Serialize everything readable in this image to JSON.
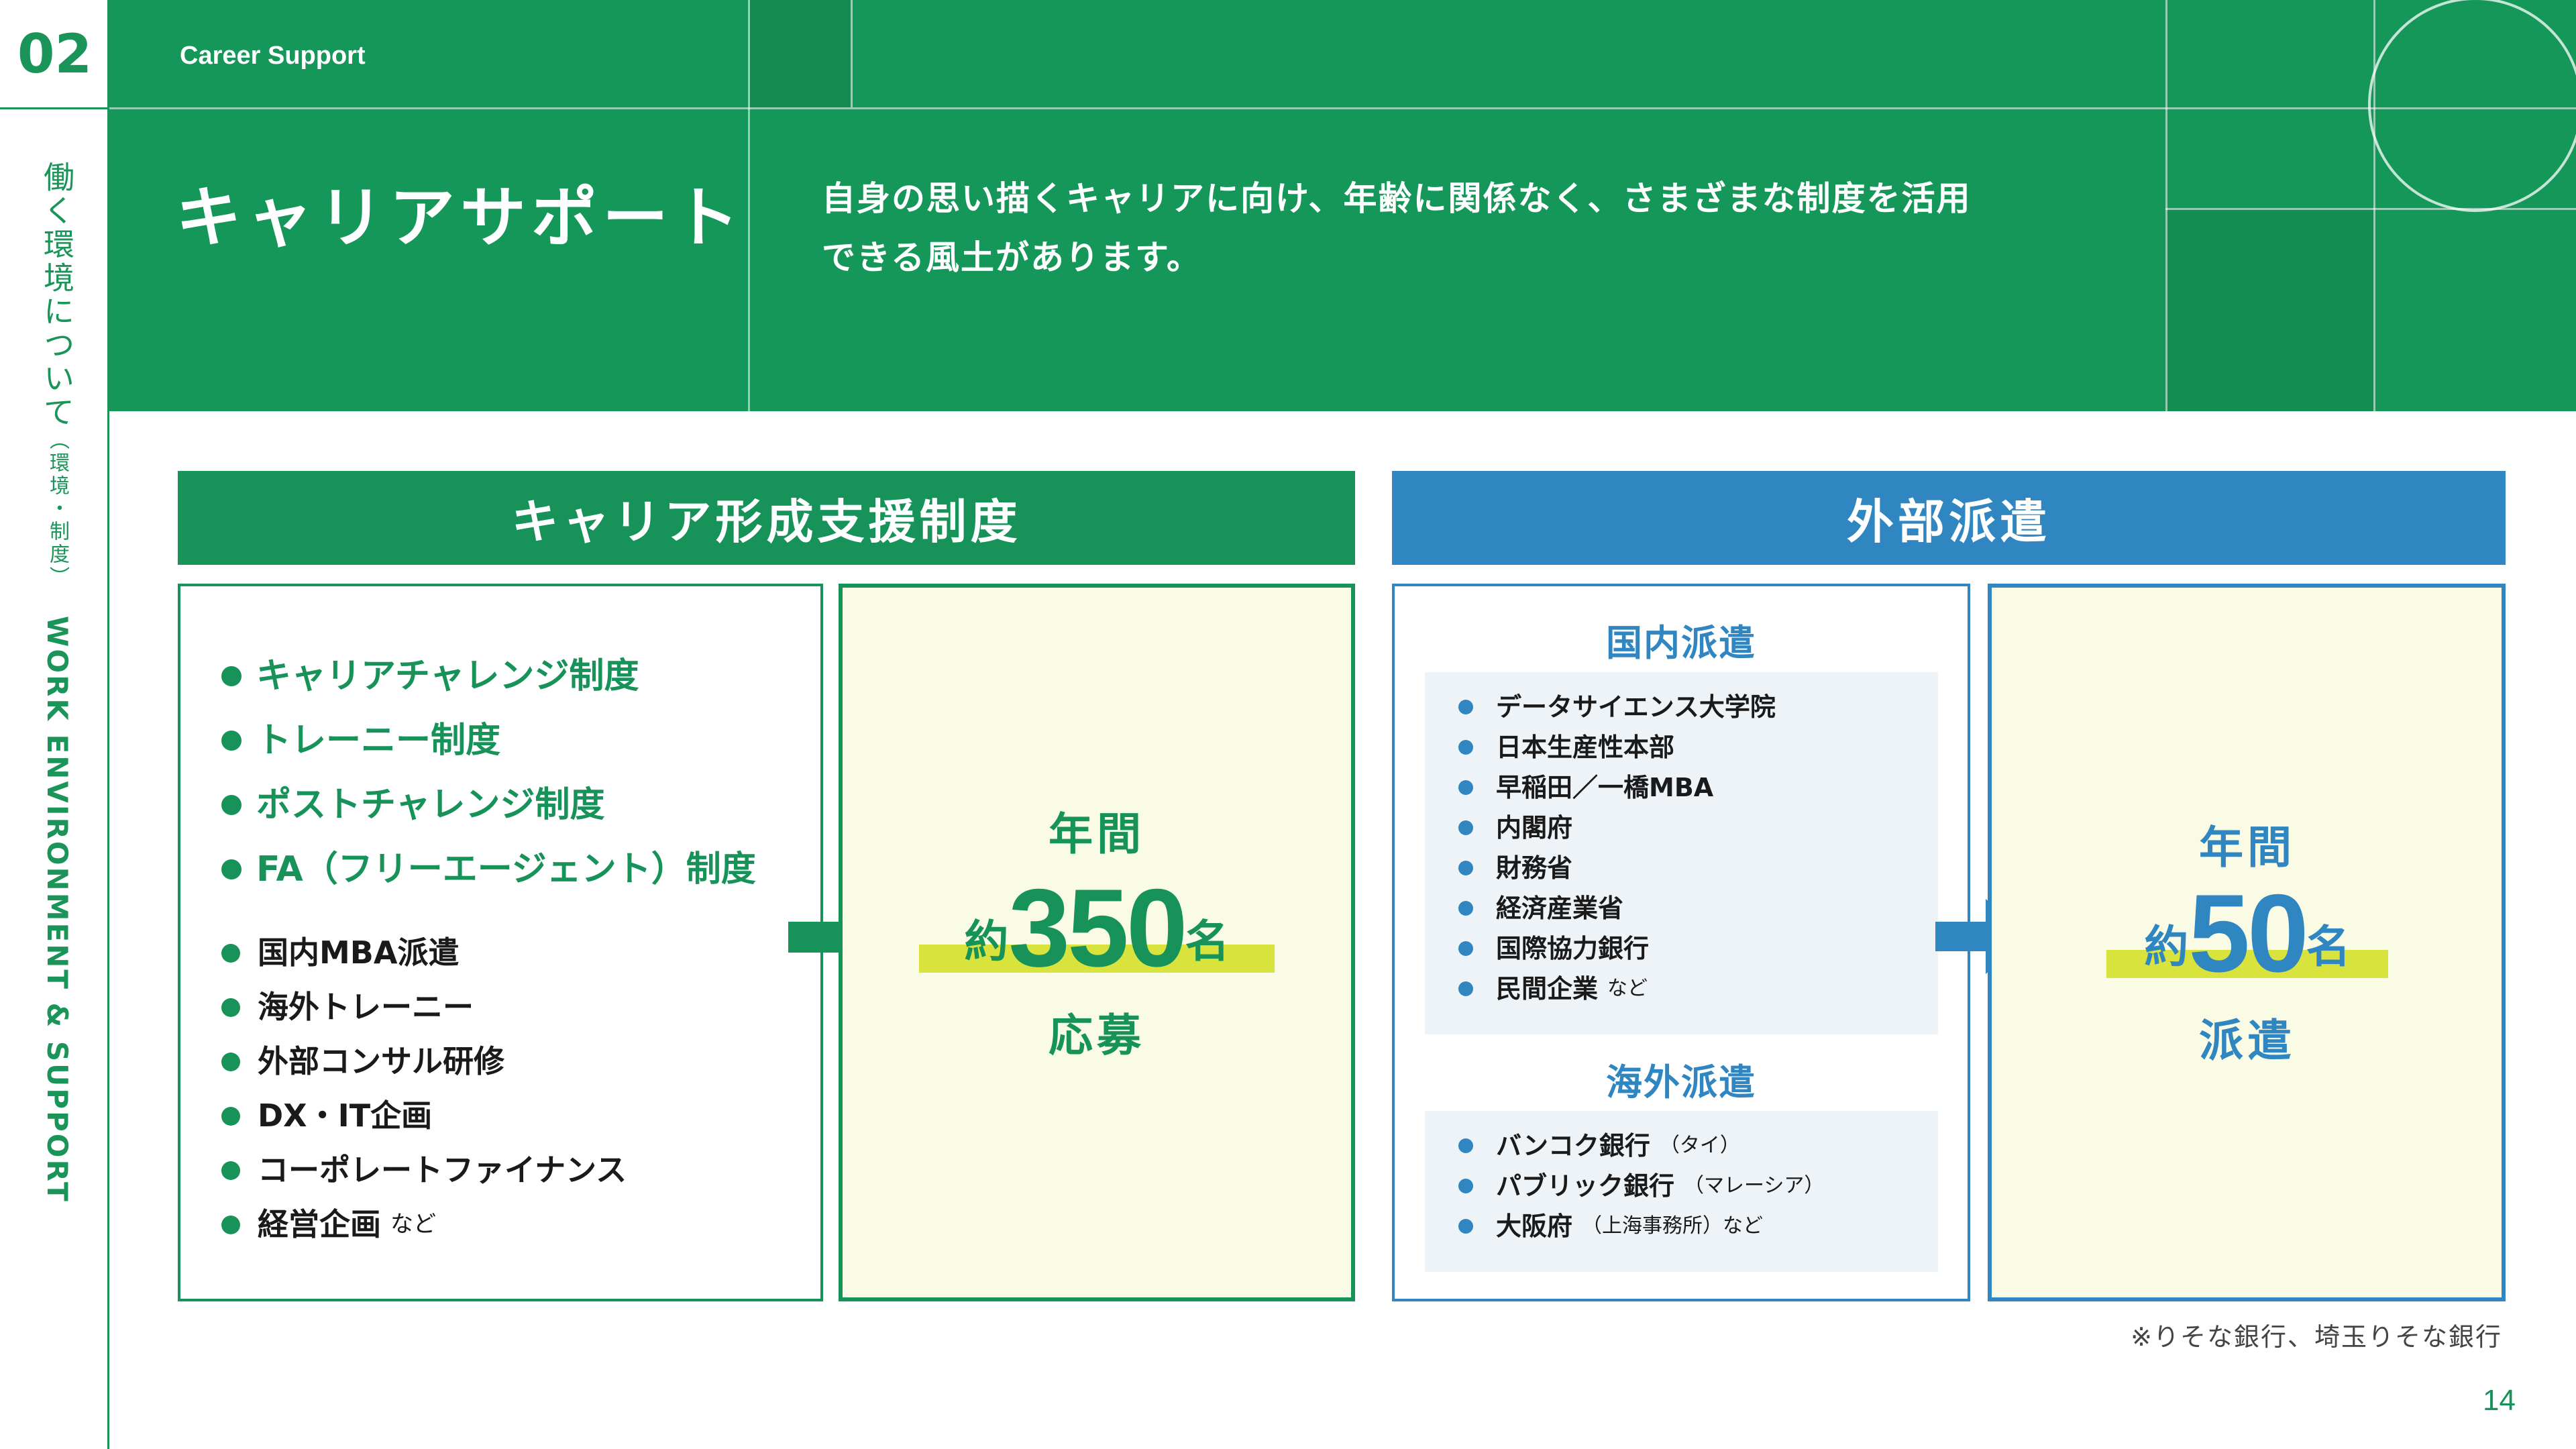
{
  "section_number": "02",
  "side_label": {
    "jp_main": "働く環境について",
    "jp_sub": "（環境・制度）",
    "en": "WORK ENVIRONMENT & SUPPORT"
  },
  "header": {
    "eyebrow": "Career Support",
    "title": "キャリアサポート",
    "description_line1": "自身の思い描くキャリアに向け、年齢に関係なく、さまざまな制度を活用",
    "description_line2": "できる風土があります。"
  },
  "career_formation": {
    "heading": "キャリア形成支援制度",
    "major_programs": [
      "キャリアチャレンジ制度",
      "トレーニー制度",
      "ポストチャレンジ制度",
      "FA（フリーエージェント）制度"
    ],
    "minor_programs": [
      "国内MBA派遣",
      "海外トレーニー",
      "外部コンサル研修",
      "DX・IT企画",
      "コーポレートファイナンス",
      "経営企画"
    ],
    "minor_suffix": "など",
    "count": {
      "top": "年間",
      "prefix": "約",
      "number": "350",
      "suffix": "名",
      "bottom": "応募"
    }
  },
  "external_dispatch": {
    "heading": "外部派遣",
    "domestic_heading": "国内派遣",
    "domestic_items": [
      "データサイエンス大学院",
      "日本生産性本部",
      "早稲田／一橋MBA",
      "内閣府",
      "財務省",
      "経済産業省",
      "国際協力銀行",
      "民間企業"
    ],
    "domestic_suffix": "など",
    "overseas_heading": "海外派遣",
    "overseas_items": [
      {
        "name": "バンコク銀行",
        "note": "（タイ）"
      },
      {
        "name": "パブリック銀行",
        "note": "（マレーシア）"
      },
      {
        "name": "大阪府",
        "note": "（上海事務所）など"
      }
    ],
    "count": {
      "top": "年間",
      "prefix": "約",
      "number": "50",
      "suffix": "名",
      "bottom": "派遣"
    }
  },
  "footnote": "※りそな銀行、埼玉りそな銀行",
  "page_number": "14",
  "colors": {
    "green": "#17935a",
    "blue": "#2f86c0",
    "cream": "#fafbe5",
    "highlight": "#d8e43d"
  }
}
